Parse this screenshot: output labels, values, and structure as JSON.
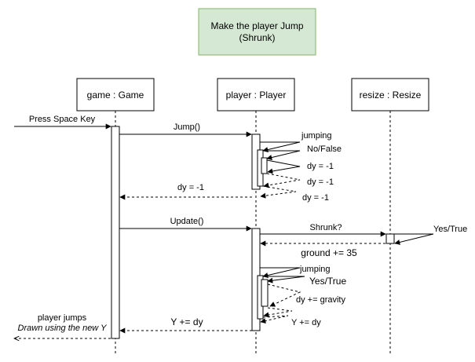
{
  "title": {
    "line1": "Make the player Jump",
    "line2": "(Shrunk)",
    "fill": "#d5e8d4",
    "stroke": "#82b366"
  },
  "lifelines": {
    "game": "game : Game",
    "player": "player : Player",
    "resize": "resize : Resize"
  },
  "messages": {
    "press_space": "Press Space Key",
    "jump_call": "Jump()",
    "jumping_1": "jumping",
    "no_false": "No/False",
    "dy_neg1_a": "dy = -1",
    "dy_neg1_b": "dy = -1",
    "dy_neg1_c": "dy = -1",
    "dy_neg1_return": "dy = -1",
    "update_call": "Update()",
    "shrunk_q": "Shrunk?",
    "yes_true_resize": "Yes/True",
    "ground_return": "ground += 35",
    "jumping_2": "jumping",
    "yes_true_2": "Yes/True",
    "dy_gravity": "dy += gravity",
    "y_plus_dy_self": "Y += dy",
    "y_plus_dy_return": "Y += dy",
    "player_jumps": "player jumps",
    "drawn_new_y": "Drawn using the new Y"
  }
}
